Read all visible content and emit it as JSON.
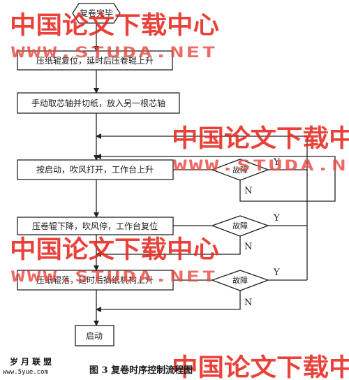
{
  "flowchart": {
    "start": "复卷完毕",
    "steps": [
      "压纸辊复位，延时后压卷辊上升",
      "手动取芯轴并切纸，放入另一根芯轴",
      "按启动，吹风打开，工作台上升",
      "压卷辊下降，吹风停，工作台复位",
      "压纸辊落，延时后摘纸机构上升"
    ],
    "decision_label": "故障",
    "yes_label": "Y",
    "no_label": "N",
    "end": "启动"
  },
  "caption": "图 3  复卷时序控制流程图",
  "watermark": {
    "cn_text": "中国论文下载中心",
    "url_text": "WWW.STUDA.NET",
    "color": "#e8281f"
  },
  "logo": {
    "cn": "岁月联盟",
    "url": "www.5yue.com"
  }
}
